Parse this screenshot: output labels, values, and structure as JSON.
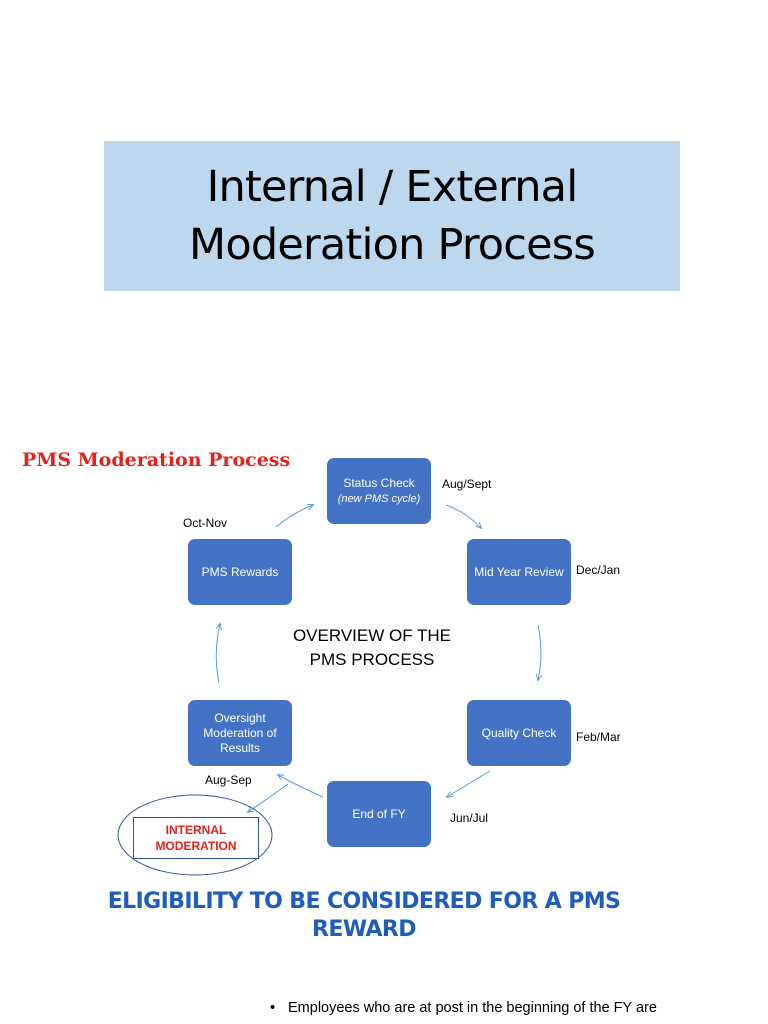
{
  "title": {
    "line1": "Internal / External",
    "line2": "Moderation Process"
  },
  "diagram": {
    "heading": "PMS Moderation Process",
    "center_label": {
      "line1": "OVERVIEW OF THE",
      "line2": "PMS PROCESS"
    },
    "steps": [
      {
        "label": "Status Check",
        "sublabel": "(new PMS cycle)",
        "period": "Aug/Sept"
      },
      {
        "label": "Mid Year Review",
        "period": "Dec/Jan"
      },
      {
        "label": "Quality Check",
        "period": "Feb/Mar"
      },
      {
        "label": "End of FY",
        "period": "Jun/Jul"
      },
      {
        "label": "Oversight Moderation of Results",
        "period": "Aug-Sep"
      },
      {
        "label": "PMS Rewards",
        "period": "Oct-Nov"
      }
    ],
    "internal_moderation": {
      "line1": "INTERNAL",
      "line2": "MODERATION"
    },
    "colors": {
      "node_fill": "#4472c4",
      "arrow": "#5b9bd5",
      "title_background": "#bdd7ee",
      "heading": "#e5211a",
      "eligibility": "#1f5cbf"
    }
  },
  "eligibility": {
    "line1": "ELIGIBILITY TO BE CONSIDERED FOR A PMS",
    "line2": "REWARD",
    "bullets": [
      "Employees who are at post in the beginning of the FY are"
    ]
  }
}
